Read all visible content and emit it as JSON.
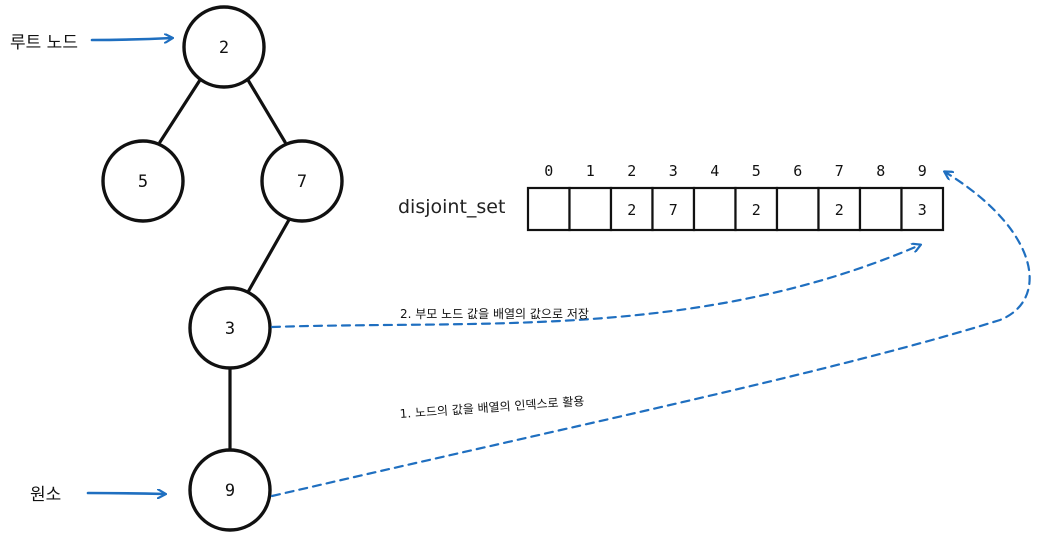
{
  "labels": {
    "root": "루트 노드",
    "element": "원소",
    "array_name": "disjoint_set",
    "note1": "1. 노드의 값을 배열의 인덱스로 활용",
    "note2": "2. 부모 노드 값을 배열의 값으로 저장"
  },
  "nodes": [
    {
      "id": "n2",
      "value": "2"
    },
    {
      "id": "n5",
      "value": "5"
    },
    {
      "id": "n7",
      "value": "7"
    },
    {
      "id": "n3",
      "value": "3"
    },
    {
      "id": "n9",
      "value": "9"
    }
  ],
  "array": {
    "indices": [
      "0",
      "1",
      "2",
      "3",
      "4",
      "5",
      "6",
      "7",
      "8",
      "9"
    ],
    "cells": [
      "",
      "",
      "2",
      "7",
      "",
      "2",
      "",
      "2",
      "",
      "3"
    ]
  },
  "colors": {
    "arrow": "#1f6fc0",
    "stroke": "#111111"
  }
}
